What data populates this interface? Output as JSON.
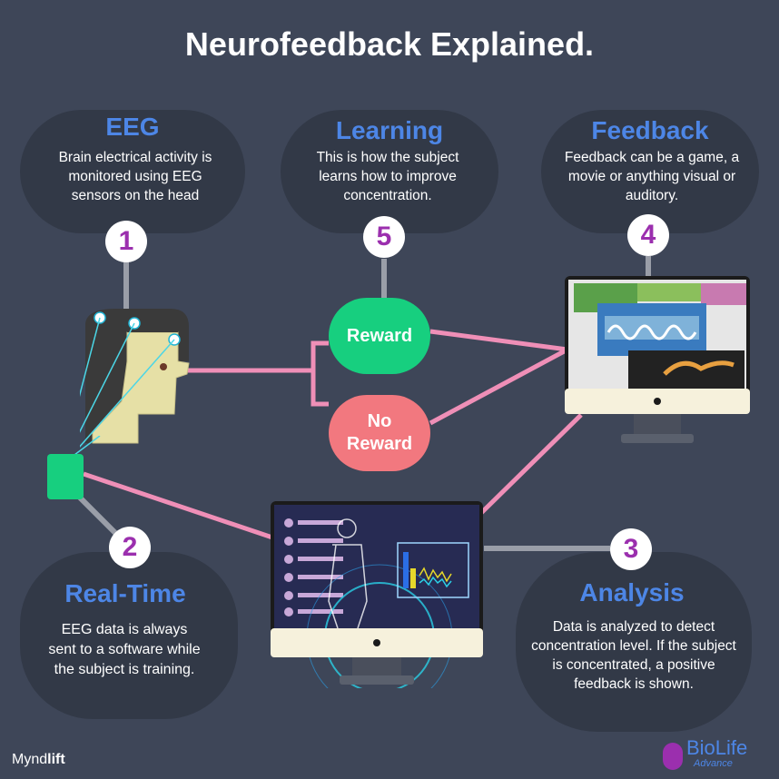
{
  "title": "Neurofeedback Explained.",
  "steps": {
    "eeg": {
      "number": "1",
      "heading": "EEG",
      "text": "Brain electrical activity is monitored using EEG sensors on the head"
    },
    "realtime": {
      "number": "2",
      "heading": "Real-Time",
      "text": "EEG data is always sent to a software while the subject is training."
    },
    "analysis": {
      "number": "3",
      "heading": "Analysis",
      "text": "Data is analyzed to detect concentration level. If the subject is concentrated, a positive feedback is shown."
    },
    "feedback": {
      "number": "4",
      "heading": "Feedback",
      "text": "Feedback can be a game, a movie or anything visual or auditory."
    },
    "learning": {
      "number": "5",
      "heading": "Learning",
      "text": "This is how the subject learns how to improve concentration."
    }
  },
  "outcomes": {
    "reward": "Reward",
    "no_reward_line1": "No",
    "no_reward_line2": "Reward"
  },
  "branding": {
    "left_regular": "Mynd",
    "left_bold": "lift",
    "right_main": "BioLife",
    "right_sub": "Advance"
  },
  "colors": {
    "background": "#3e4658",
    "bubble": "#323947",
    "heading_blue": "#4d86e6",
    "badge_purple": "#9b2fae",
    "reward_green": "#17cf7f",
    "no_reward_pink": "#f2787f",
    "connector_pink": "#ef8fb7",
    "connector_gray": "#9a9ea8"
  },
  "icons": [
    "head-icon",
    "eeg-sensor-icon",
    "monitor-icon"
  ]
}
